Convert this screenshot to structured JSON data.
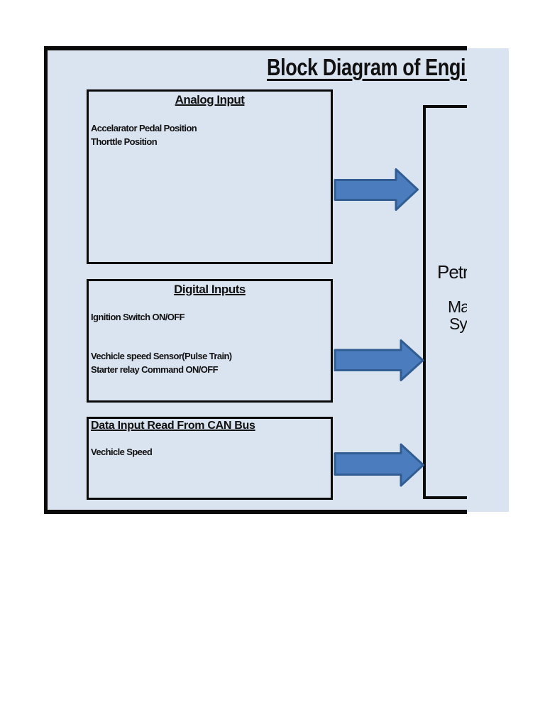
{
  "page": {
    "title": "Block Diagram of Engin"
  },
  "colors": {
    "canvas_background": "#dae3f0",
    "arrow_fill": "#4b7cbd",
    "arrow_outline": "#315d92",
    "line_color": "#0a0a0a",
    "text_color": "#111111"
  },
  "diagram": {
    "input_boxes": [
      {
        "heading": "Analog Input",
        "items": [
          "Accelarator Pedal Position",
          "Thorttle Position"
        ]
      },
      {
        "heading": "Digital Inputs",
        "items": [
          "Ignition Switch ON/OFF",
          "Vechicle speed Sensor(Pulse Train)",
          "Starter relay Command ON/OFF"
        ]
      },
      {
        "heading": "Data Input Read From CAN Bus",
        "items": [
          "Vechicle Speed"
        ]
      }
    ],
    "output_box": {
      "visible_lines": [
        "Petr",
        "Ma",
        "Sy"
      ]
    },
    "arrows": [
      {
        "name": "analog-to-output-arrow"
      },
      {
        "name": "digital-to-output-arrow"
      },
      {
        "name": "can-to-output-arrow"
      }
    ]
  }
}
